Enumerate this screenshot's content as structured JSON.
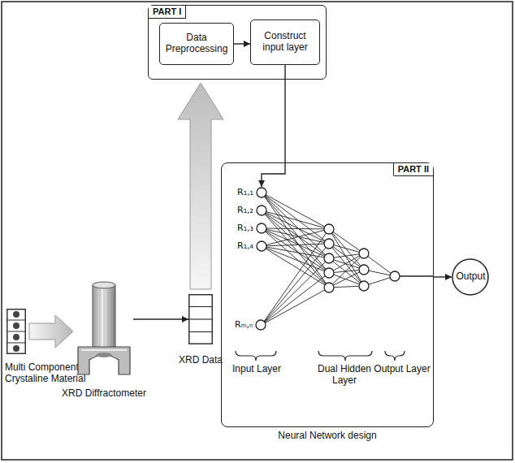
{
  "diagram": {
    "nodes": [
      {
        "text": [
          "PART I"
        ]
      },
      {
        "text": [
          "Data Preprocessing"
        ],
        "in": 0
      },
      {
        "text": [
          "Construct input layer"
        ],
        "in": 0
      },
      {
        "text": [
          "Multi Component Crystaline Material"
        ]
      },
      {
        "text": [
          "XRD Diffractometer"
        ]
      },
      {
        "text": [
          "XRD Data"
        ]
      },
      {
        "text": [
          "PART II",
          "Neural Network design"
        ]
      },
      {
        "text": [
          "R₁,₁"
        ],
        "in": 6
      },
      {
        "text": [
          "R₁,₂"
        ],
        "in": 6
      },
      {
        "text": [
          "R₁,₃"
        ],
        "in": 6
      },
      {
        "text": [
          "R₁,₄"
        ],
        "in": 6
      },
      {
        "text": [
          "Rₘ,ₙ"
        ],
        "in": 6
      },
      {
        "text": [
          "Output"
        ]
      }
    ],
    "edges": [
      {
        "from": 1,
        "to": 2,
        "arrow": "to"
      },
      {
        "from": 2,
        "to": 7,
        "arrow": "to"
      },
      {
        "from": 3,
        "to": 4,
        "arrow": "to"
      },
      {
        "from": 4,
        "to": 5,
        "arrow": "to"
      },
      {
        "from": 5,
        "to": 0,
        "arrow": "to"
      },
      {
        "from": 6,
        "to": 12,
        "arrow": "to"
      }
    ],
    "labels": [
      "Input Layer",
      "Dual Hidden Layer",
      "Output Layer"
    ]
  }
}
